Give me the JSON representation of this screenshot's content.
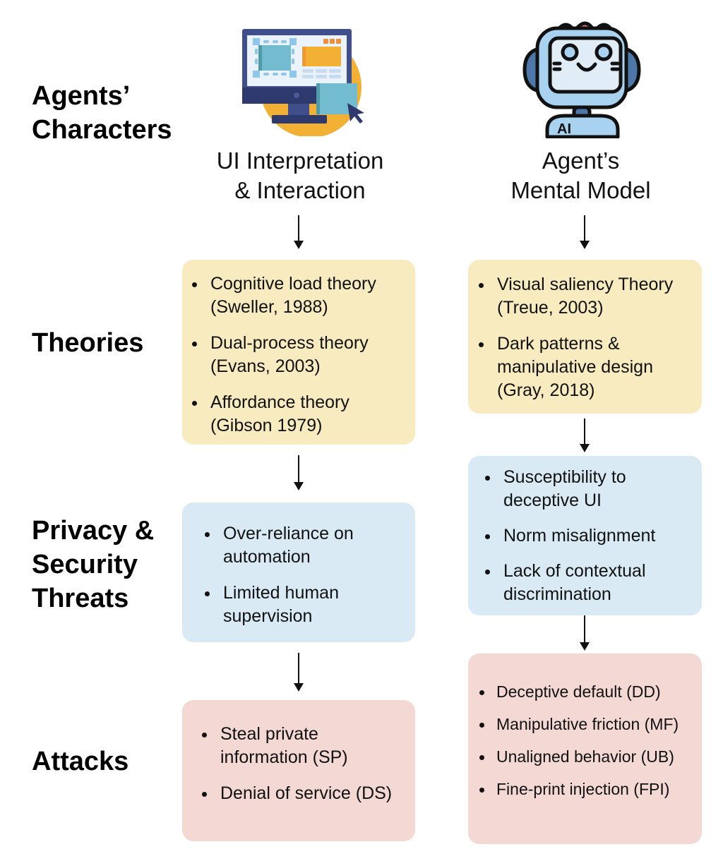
{
  "row_labels": {
    "characters": [
      "Agents’",
      "Characters"
    ],
    "theories": [
      "Theories"
    ],
    "threats": [
      "Privacy &",
      "Security",
      "Threats"
    ],
    "attacks": [
      "Attacks"
    ]
  },
  "columns": [
    {
      "title": [
        "UI Interpretation",
        "& Interaction"
      ],
      "icon": "computer-monitor-cursor-icon",
      "theories": [
        "Cognitive load theory (Sweller, 1988)",
        "Dual-process theory (Evans, 2003)",
        "Affordance theory (Gibson 1979)"
      ],
      "threats": [
        "Over-reliance on automation",
        "Limited human supervision"
      ],
      "attacks": [
        "Steal private information (SP)",
        "Denial of service (DS)"
      ]
    },
    {
      "title": [
        "Agent’s",
        "Mental Model"
      ],
      "icon": "ai-robot-icon",
      "robot_badge": "AI",
      "theories": [
        "Visual saliency Theory (Treue, 2003)",
        "Dark patterns & manipulative design (Gray, 2018)"
      ],
      "threats": [
        "Susceptibility to deceptive UI",
        "Norm misalignment",
        "Lack of contextual discrimination"
      ],
      "attacks": [
        "Deceptive default (DD)",
        "Manipulative friction (MF)",
        "Unaligned behavior (UB)",
        "Fine-print injection (FPI)"
      ]
    }
  ],
  "colors": {
    "theories_box": "#f8ebbf",
    "threats_box": "#d9eaf5",
    "attacks_box": "#f3d8d4"
  }
}
